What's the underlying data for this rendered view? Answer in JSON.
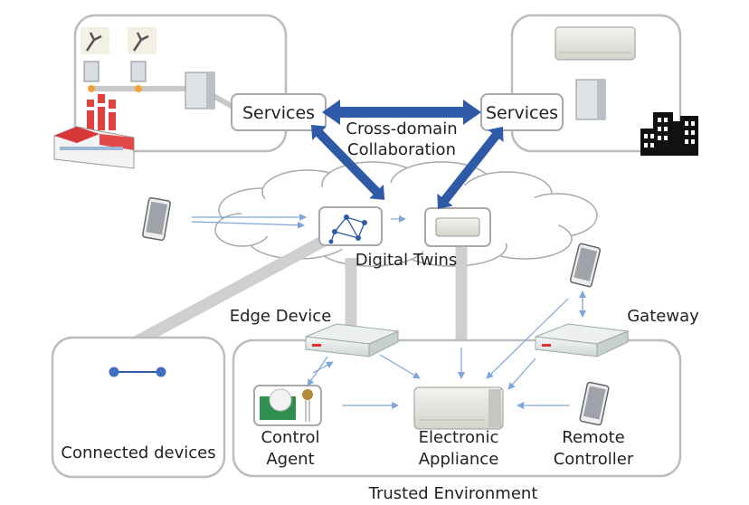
{
  "labels": {
    "services_left": "Services",
    "services_right": "Services",
    "collab_line1": "Cross-domain",
    "collab_line2": "Collaboration",
    "digital_twins": "Digital Twins",
    "edge_device": "Edge Device",
    "gateway": "Gateway",
    "connected_devices": "Connected devices",
    "control_line1": "Control",
    "control_line2": "Agent",
    "appliance_line1": "Electronic",
    "appliance_line2": "Appliance",
    "remote_line1": "Remote",
    "remote_line2": "Controller",
    "trusted_environment": "Trusted Environment"
  },
  "colors": {
    "accent_blue": "#2e5aa8",
    "arrow_light": "#7ea6d8",
    "box_border": "#b5b5b5",
    "link_gray": "#cfcfcf"
  }
}
